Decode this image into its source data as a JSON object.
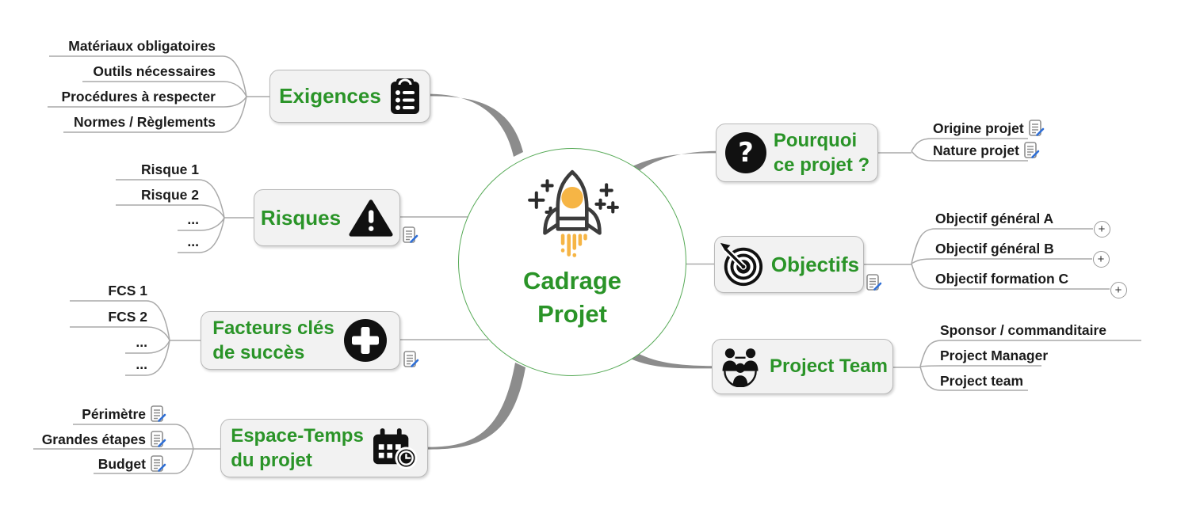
{
  "center": {
    "title_line1": "Cadrage",
    "title_line2": "Projet",
    "icon": "rocket-icon"
  },
  "ui": {
    "expand_symbol": "+"
  },
  "colors": {
    "accent_green": "#2a9428",
    "circle_border_green": "#57aa57",
    "node_fill": "#f2f2f2",
    "node_border": "#b9b9b9",
    "connector_thick": "#8c8c8c",
    "connector_thin": "#a9a9a9",
    "icon_black": "#111111",
    "rocket_orange": "#f6b545",
    "note_pencil_blue": "#2f6fd6",
    "label_text": "#1b1b1b"
  },
  "nodes": {
    "exigences": {
      "title": "Exigences",
      "icon": "clipboard-checklist-icon",
      "children": [
        {
          "label": "Matériaux obligatoires"
        },
        {
          "label": "Outils nécessaires"
        },
        {
          "label": "Procédures à respecter"
        },
        {
          "label": "Normes / Règlements"
        }
      ]
    },
    "risques": {
      "title": "Risques",
      "icon": "warning-triangle-icon",
      "has_note": true,
      "children": [
        {
          "label": "Risque 1"
        },
        {
          "label": "Risque 2"
        },
        {
          "label": "..."
        },
        {
          "label": "..."
        }
      ]
    },
    "facteurs": {
      "title1": "Facteurs clés",
      "title2": "de succès",
      "icon": "plus-circle-icon",
      "has_note": true,
      "children": [
        {
          "label": "FCS 1"
        },
        {
          "label": "FCS 2"
        },
        {
          "label": "..."
        },
        {
          "label": "..."
        }
      ]
    },
    "espace": {
      "title1": "Espace-Temps",
      "title2": "du projet",
      "icon": "calendar-clock-icon",
      "children": [
        {
          "label": "Périmètre",
          "has_note": true
        },
        {
          "label": "Grandes étapes",
          "has_note": true
        },
        {
          "label": "Budget",
          "has_note": true
        }
      ]
    },
    "pourquoi": {
      "title1": "Pourquoi",
      "title2": "ce projet ?",
      "icon": "question-circle-icon",
      "children": [
        {
          "label": "Origine projet",
          "has_note": true
        },
        {
          "label": "Nature projet",
          "has_note": true
        }
      ]
    },
    "objectifs": {
      "title": "Objectifs",
      "icon": "target-dart-icon",
      "has_note": true,
      "children": [
        {
          "label": "Objectif général A",
          "expandable": true
        },
        {
          "label": "Objectif général B",
          "expandable": true
        },
        {
          "label": "Objectif formation C",
          "expandable": true
        }
      ]
    },
    "team": {
      "title": "Project Team",
      "icon": "team-icon",
      "children": [
        {
          "label": "Sponsor / commanditaire"
        },
        {
          "label": "Project Manager"
        },
        {
          "label": "Project team"
        }
      ]
    }
  }
}
